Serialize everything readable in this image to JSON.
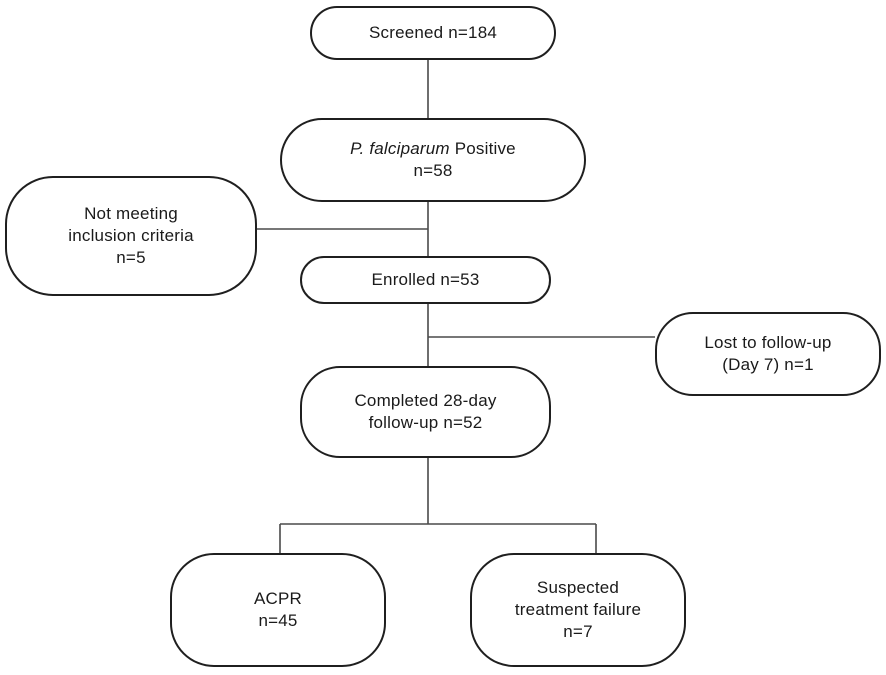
{
  "flowchart": {
    "screened": {
      "line1": "Screened n=184"
    },
    "positive": {
      "species_italic": "P. falciparum",
      "species_suffix": " Positive",
      "count": "n=58"
    },
    "exclusion": {
      "line1": "Not meeting",
      "line2": "inclusion criteria",
      "count": "n=5"
    },
    "enrolled": {
      "line1": "Enrolled n=53"
    },
    "lost": {
      "line1": "Lost to follow-up",
      "line2": "(Day 7) n=1"
    },
    "completed": {
      "line1": "Completed 28-day",
      "line2": "follow-up n=52"
    },
    "acpr": {
      "line1": "ACPR",
      "count": "n=45"
    },
    "failure": {
      "line1": "Suspected",
      "line2": "treatment failure",
      "count": "n=7"
    }
  }
}
